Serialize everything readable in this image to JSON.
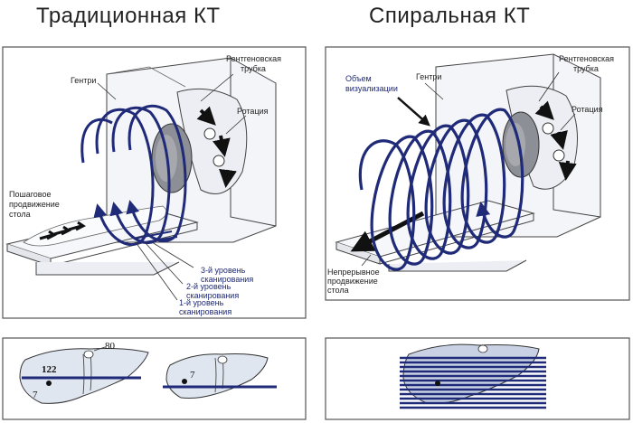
{
  "titles": {
    "left": "Традиционная КТ",
    "right": "Спиральная КТ"
  },
  "left_panel": {
    "gantry": "Гентри",
    "tube_line1": "Рентгеновская",
    "tube_line2": "трубка",
    "rotation": "Ротация",
    "table_line1": "Пошаговое",
    "table_line2": "продвижение",
    "table_line3": "стола",
    "level3_line1": "3-й уровень",
    "level3_line2": "сканирования",
    "level2_line1": "2-й уровень",
    "level2_line2": "сканирования",
    "level1_line1": "1-й уровень",
    "level1_line2": "сканирования"
  },
  "right_panel": {
    "volume_line1": "Объем",
    "volume_line2": "визуализации",
    "gantry": "Гентри",
    "tube_line1": "Рентгеновская",
    "tube_line2": "трубка",
    "rotation": "Ротация",
    "table_line1": "Непрерывное",
    "table_line2": "продвижение",
    "table_line3": "стола"
  },
  "bottom_left": {
    "label_80": "80",
    "label_122": "122",
    "label_7a": "7",
    "label_7b": "7"
  },
  "colors": {
    "scan_blue": "#1f2a78",
    "line_gray": "#555555",
    "fill_light": "#eef0f5"
  }
}
